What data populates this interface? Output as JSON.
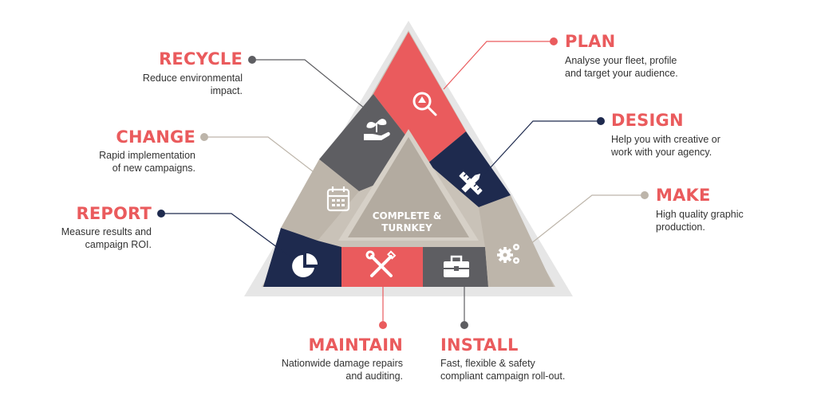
{
  "colors": {
    "coral": "#ea5b5d",
    "navy": "#1e2a4e",
    "grey": "#5e5e62",
    "beige": "#bdb5aa",
    "outline": "#e0e0e0",
    "center": "#b3aba0"
  },
  "center": {
    "text": "COMPLETE &\nTURNKEY"
  },
  "steps": {
    "recycle": {
      "title": "RECYCLE",
      "desc": "Reduce environmental\nimpact.",
      "icon": "plant-hand-icon",
      "color": "grey"
    },
    "change": {
      "title": "CHANGE",
      "desc": "Rapid implementation\nof new campaigns.",
      "icon": "calendar-icon",
      "color": "beige"
    },
    "report": {
      "title": "REPORT",
      "desc": "Measure results and\ncampaign ROI.",
      "icon": "pie-chart-icon",
      "color": "navy"
    },
    "plan": {
      "title": "PLAN",
      "desc": "Analyse your fleet, profile\nand target your audience.",
      "icon": "magnifier-icon",
      "color": "coral"
    },
    "design": {
      "title": "DESIGN",
      "desc": "Help you with creative or\nwork with your agency.",
      "icon": "ruler-pencil-icon",
      "color": "navy"
    },
    "make": {
      "title": "MAKE",
      "desc": "High quality graphic\nproduction.",
      "icon": "gears-icon",
      "color": "beige"
    },
    "maintain": {
      "title": "MAINTAIN",
      "desc": "Nationwide damage repairs\nand auditing.",
      "icon": "wrench-screwdriver-icon",
      "color": "coral"
    },
    "install": {
      "title": "INSTALL",
      "desc": "Fast, flexible & safety\ncompliant campaign roll-out.",
      "icon": "toolbox-icon",
      "color": "grey"
    }
  }
}
